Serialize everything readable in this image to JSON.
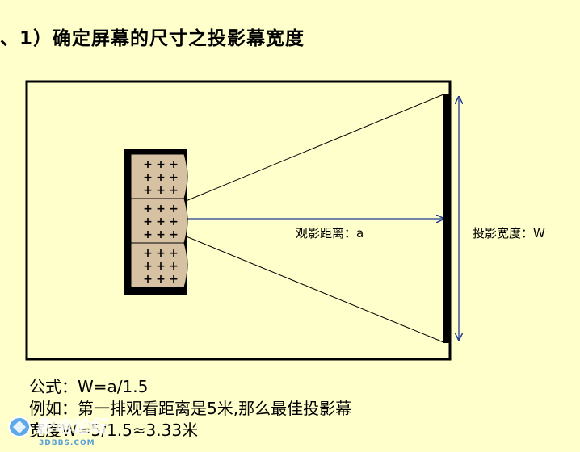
{
  "title": "、1）确定屏幕的尺寸之投影幕宽度",
  "diagram": {
    "distance_label": "观影距离：a",
    "width_label": "投影宽度：W"
  },
  "formula": {
    "line1": "公式：W=a/1.5",
    "line2": "例如：第一排观看距离是5米,那么最佳投影幕",
    "line3": "宽度W=5/1.5≈3.33米"
  },
  "watermark": {
    "text": "影电论坛",
    "url": "3DBBS.COM"
  },
  "colors": {
    "background": "#FFFFCC",
    "line": "#000000",
    "arrow": "#1F3A93",
    "seat": "#D7C1A3"
  }
}
